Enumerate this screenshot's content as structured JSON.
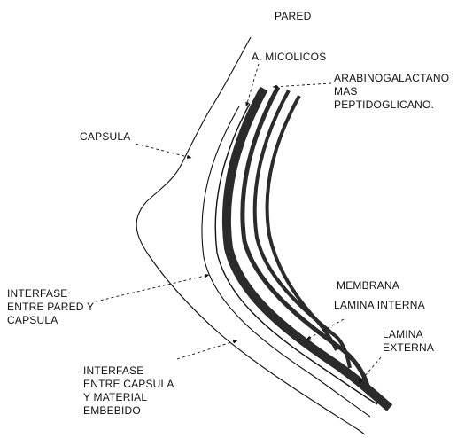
{
  "labels": {
    "pared": "PARED",
    "micolicos": "A. MICOLICOS",
    "arabino_line1": "ARABINOGALACTANO",
    "arabino_line2": "MAS",
    "arabino_line3": "PEPTIDOGLICANO.",
    "capsula": "CAPSULA",
    "interfase_pared_line1": "INTERFASE",
    "interfase_pared_line2": "ENTRE PARED Y",
    "interfase_pared_line3": "CAPSULA",
    "membrana": "MEMBRANA",
    "lamina_interna": "LAMINA INTERNA",
    "lamina_externa_line1": "LAMINA",
    "lamina_externa_line2": "EXTERNA",
    "interfase_capsula_line1": "INTERFASE",
    "interfase_capsula_line2": "ENTRE CAPSULA",
    "interfase_capsula_line3": "Y MATERIAL",
    "interfase_capsula_line4": "EMBEBIDO"
  },
  "colors": {
    "ink": "#111111",
    "band": "#2b2b2b"
  }
}
